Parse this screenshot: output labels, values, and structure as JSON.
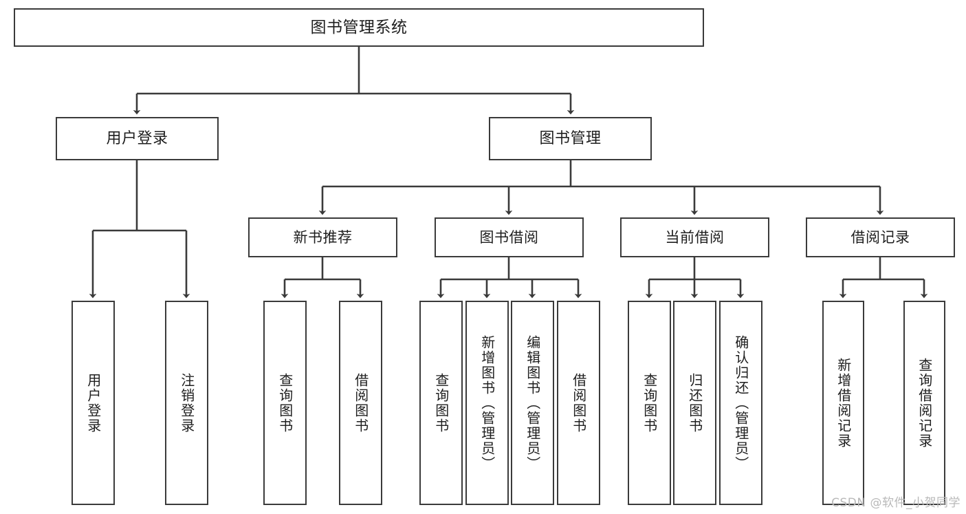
{
  "diagram": {
    "title": "图书管理系统",
    "watermark": "CSDN @软件_小贺同学",
    "stroke_color": "#3a3a3a",
    "background_color": "#ffffff",
    "text_color": "#1e1e1e",
    "root": {
      "label": "图书管理系统"
    },
    "level1": [
      {
        "label": "用户登录"
      },
      {
        "label": "图书管理"
      }
    ],
    "level2": [
      {
        "label": "新书推荐"
      },
      {
        "label": "图书借阅"
      },
      {
        "label": "当前借阅"
      },
      {
        "label": "借阅记录"
      }
    ],
    "leaves": {
      "user_login": [
        {
          "label": "用户登录"
        },
        {
          "label": "注销登录"
        }
      ],
      "new_book_recommend": [
        {
          "label": "查询图书"
        },
        {
          "label": "借阅图书"
        }
      ],
      "book_borrow": [
        {
          "label": "查询图书"
        },
        {
          "label": "新增图书（管理员）"
        },
        {
          "label": "编辑图书（管理员）"
        },
        {
          "label": "借阅图书"
        }
      ],
      "current_borrow": [
        {
          "label": "查询图书"
        },
        {
          "label": "归还图书"
        },
        {
          "label": "确认归还（管理员）"
        }
      ],
      "borrow_record": [
        {
          "label": "新增借阅记录"
        },
        {
          "label": "查询借阅记录"
        }
      ]
    }
  }
}
